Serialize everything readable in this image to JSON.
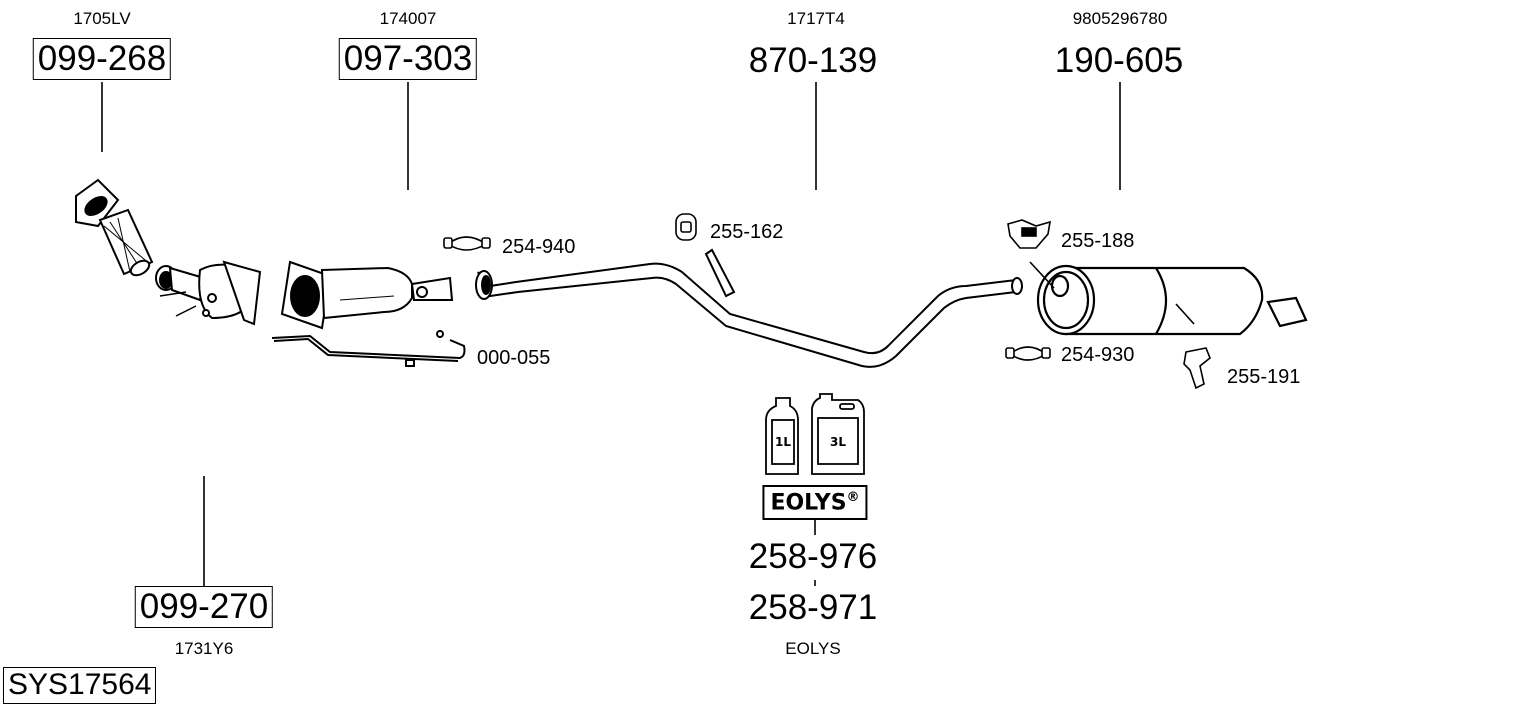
{
  "diagram": {
    "system_id": "SYS17564",
    "main_parts": [
      {
        "part_no": "099-268",
        "oem_ref": "1705LV",
        "boxed": true,
        "description": "flex pipe"
      },
      {
        "part_no": "097-303",
        "oem_ref": "174007",
        "boxed": true,
        "description": "particulate filter"
      },
      {
        "part_no": "870-139",
        "oem_ref": "1717T4",
        "boxed": false,
        "description": "middle pipe"
      },
      {
        "part_no": "190-605",
        "oem_ref": "9805296780",
        "boxed": false,
        "description": "rear silencer"
      },
      {
        "part_no": "099-270",
        "oem_ref": "1731Y6",
        "boxed": true,
        "description": "catalytic converter"
      }
    ],
    "accessories": [
      {
        "part_no": "254-940",
        "icon": "clamp-icon"
      },
      {
        "part_no": "255-162",
        "icon": "rubber-mount-icon"
      },
      {
        "part_no": "000-055",
        "icon": "sensor-pipe-icon"
      },
      {
        "part_no": "255-188",
        "icon": "bracket-icon"
      },
      {
        "part_no": "254-930",
        "icon": "clamp-icon"
      },
      {
        "part_no": "255-191",
        "icon": "bracket-icon"
      }
    ],
    "additive": {
      "logo": "EOLYS",
      "logo_mark": "®",
      "bottle_small_label": "1L",
      "bottle_large_label": "3L",
      "part_numbers": [
        "258-976",
        "258-971"
      ],
      "caption": "EOLYS"
    }
  }
}
